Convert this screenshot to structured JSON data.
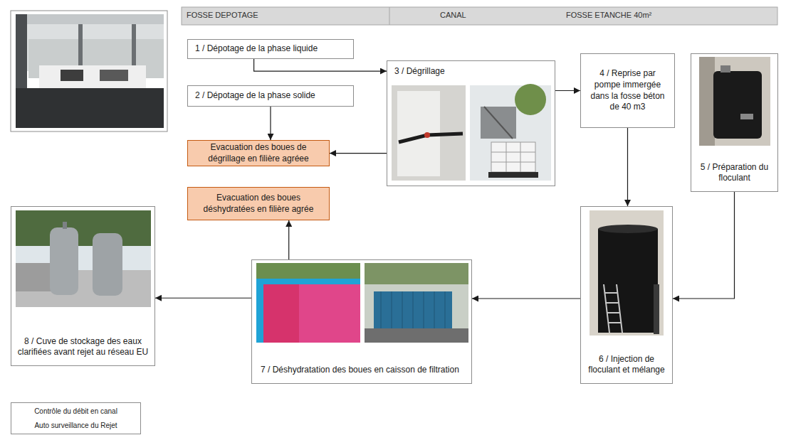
{
  "diagram": {
    "nodes": [
      {
        "text": [
          "1 / Dépotage de la phase liquide"
        ]
      },
      {
        "text": [
          "2 / Dépotage de la phase solide"
        ]
      },
      {
        "text": [
          "3 / Dégrillage"
        ]
      },
      {
        "text": [
          "4 / Reprise par pompe immergée dans la fosse béton de 40 m3"
        ]
      },
      {
        "text": [
          "5 / Préparation du floculant"
        ]
      },
      {
        "text": [
          "6 / Injection de floculant et mélange"
        ]
      },
      {
        "text": [
          "7 / Déshydratation des boues en caisson de filtration"
        ]
      },
      {
        "text": [
          "8 / Cuve de stockage des eaux clarifiées avant rejet au réseau EU"
        ]
      },
      {
        "text": [
          "Evacuation des boues de dégrillage en filière agréee"
        ]
      },
      {
        "text": [
          "Evacuation des boues déshydratées en filière agrée"
        ]
      },
      {
        "text": [
          "Contrôle du débit en canal",
          "Auto surveillance du Rejet"
        ]
      }
    ],
    "edges": [
      {
        "from": 0,
        "to": 2,
        "arrow": "to"
      },
      {
        "from": 1,
        "to": 8,
        "arrow": "to"
      },
      {
        "from": 2,
        "to": 8,
        "arrow": "to"
      },
      {
        "from": 2,
        "to": 3,
        "arrow": "to"
      },
      {
        "from": 3,
        "to": 5,
        "arrow": "to"
      },
      {
        "from": 4,
        "to": 5,
        "arrow": "to"
      },
      {
        "from": 5,
        "to": 6,
        "arrow": "to"
      },
      {
        "from": 6,
        "to": 9,
        "arrow": "to"
      },
      {
        "from": 6,
        "to": 7,
        "arrow": "to"
      }
    ],
    "labels": [
      "FOSSE DEPOTAGE",
      "CANAL",
      "FOSSE ETANCHE 40m²"
    ]
  }
}
